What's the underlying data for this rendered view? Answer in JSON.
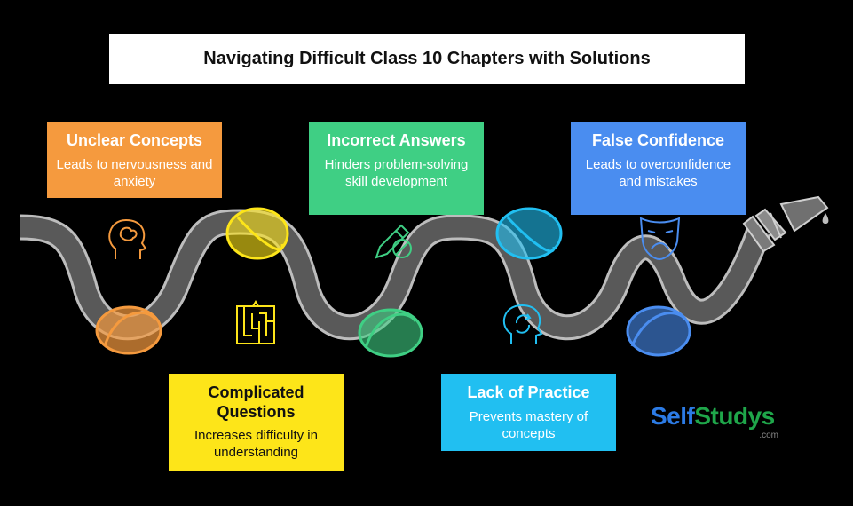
{
  "title": "Navigating Difficult Class 10 Chapters with Solutions",
  "cards": {
    "unclear": {
      "title": "Unclear Concepts",
      "desc": "Leads to nervousness and anxiety",
      "color": "#f59a3e",
      "icon": "brain-head-icon"
    },
    "complicated": {
      "title": "Complicated Questions",
      "desc": "Increases difficulty in understanding",
      "color": "#fde519",
      "icon": "maze-icon"
    },
    "incorrect": {
      "title": "Incorrect Answers",
      "desc": "Hinders problem-solving skill development",
      "color": "#3fcf84",
      "icon": "pencil-blocked-icon"
    },
    "lack": {
      "title": "Lack of Practice",
      "desc": "Prevents mastery of concepts",
      "color": "#21bff1",
      "icon": "head-cycle-icon"
    },
    "false": {
      "title": "False Confidence",
      "desc": "Leads to overconfidence and mistakes",
      "color": "#4a8df0",
      "icon": "sad-mask-icon"
    }
  },
  "logo": {
    "self": "Self",
    "studys": "Studys",
    "com": ".com"
  }
}
